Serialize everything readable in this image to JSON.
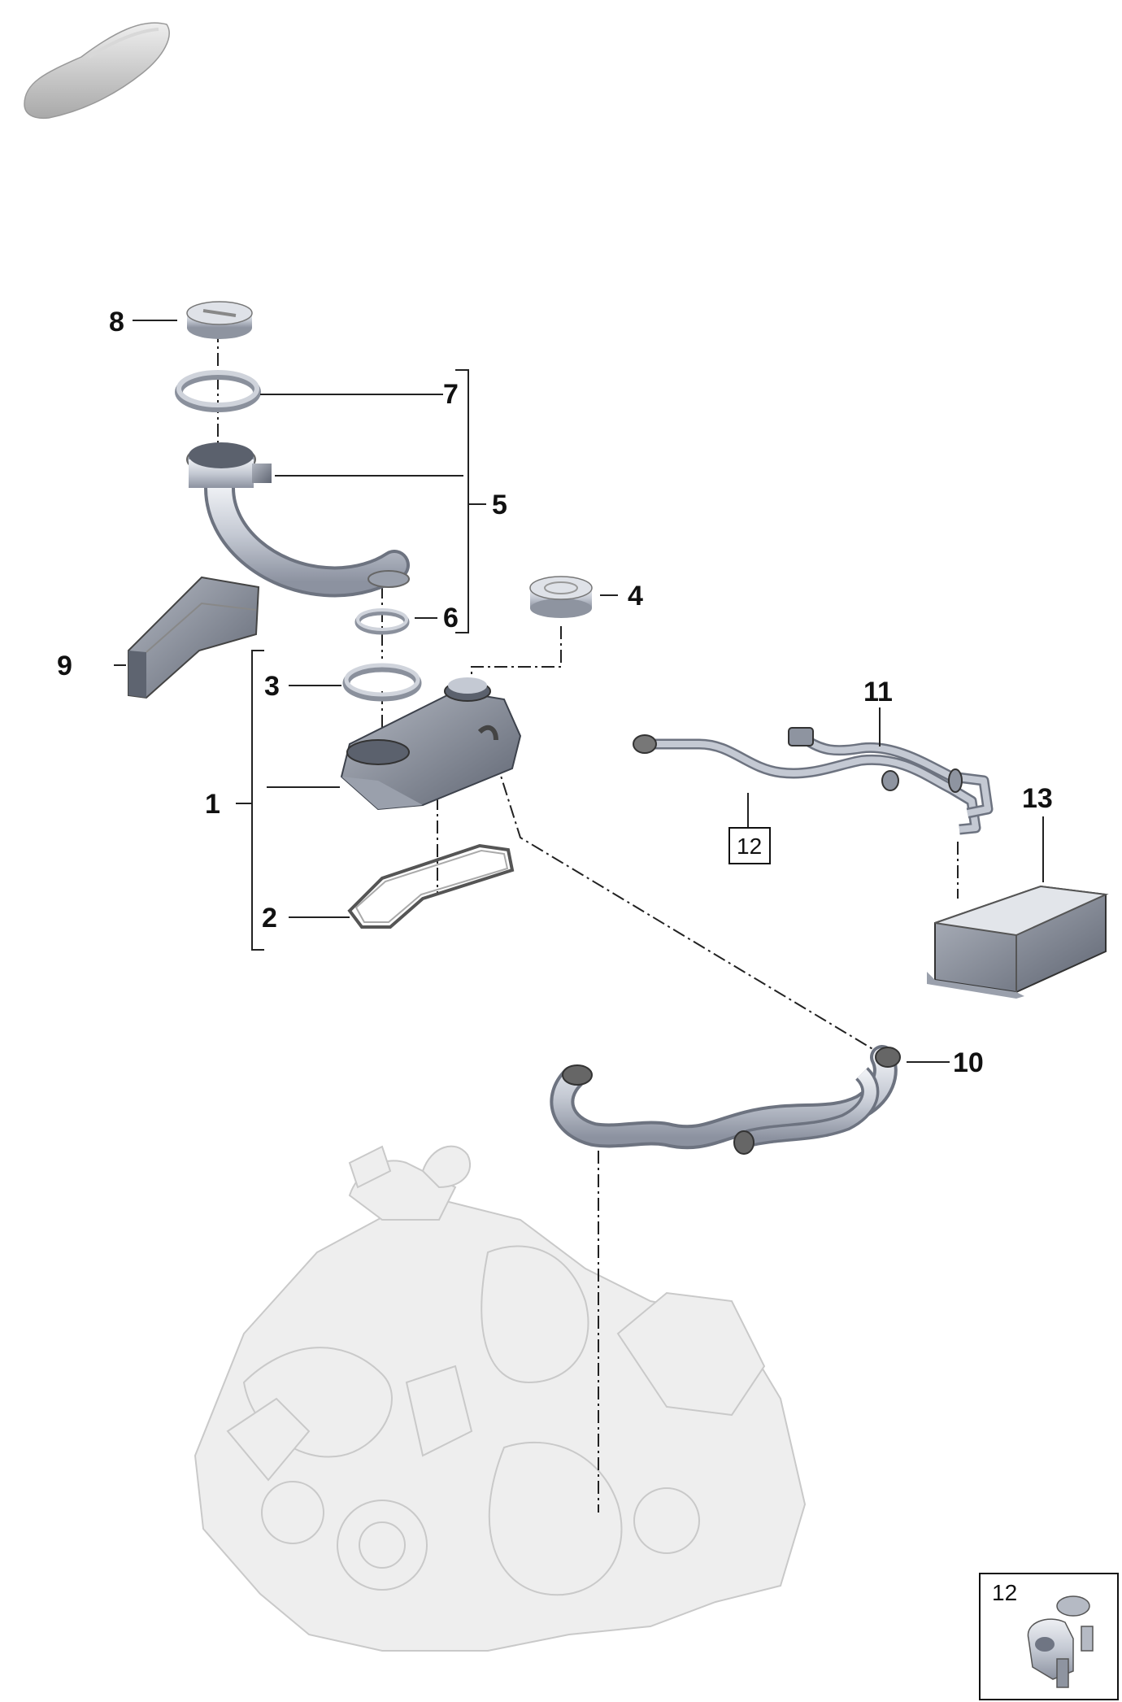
{
  "callouts": {
    "c1": "1",
    "c2": "2",
    "c3": "3",
    "c4": "4",
    "c5": "5",
    "c6": "6",
    "c7": "7",
    "c8": "8",
    "c9": "9",
    "c10": "10",
    "c11": "11",
    "c12": "12",
    "c13": "13"
  },
  "inset": {
    "label": "12"
  },
  "colors": {
    "part_fill": "#c7ccd6",
    "part_dark": "#7d8493",
    "ghost_fill": "#eeeeee",
    "line": "#222222"
  }
}
